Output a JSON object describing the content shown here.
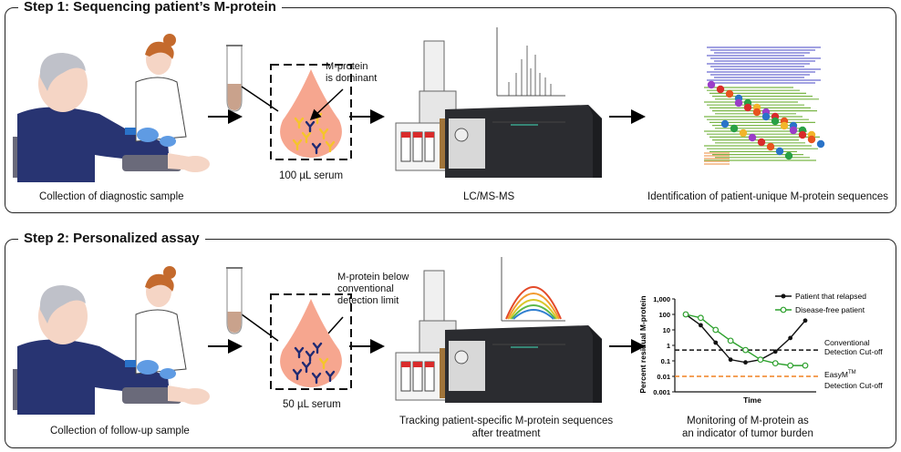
{
  "step1": {
    "title": "Step 1: Sequencing patient’s M-protein",
    "caption_collection": "Collection of diagnostic sample",
    "drop_label_1": "M-protein",
    "drop_label_2": "is dominant",
    "serum": "100 µL serum",
    "instrument": "LC/MS-MS",
    "caption_identification": "Identification of patient-unique M-protein sequences"
  },
  "step2": {
    "title": "Step 2: Personalized assay",
    "caption_collection": "Collection of follow-up sample",
    "drop_label_1": "M-protein below",
    "drop_label_2": "conventional",
    "drop_label_3": "detection limit",
    "serum": "50 µL serum",
    "tracking_1": "Tracking  patient-specific M-protein sequences",
    "tracking_2": "after treatment",
    "monitor_1": "Monitoring of M-protein as",
    "monitor_2": "an indicator of tumor burden"
  },
  "chart_data": {
    "type": "line",
    "xlabel": "Time",
    "ylabel": "Percent residual M-protein",
    "yscale": "log",
    "ylim": [
      0.001,
      1000
    ],
    "yticks": [
      "1,000",
      "100",
      "10",
      "1",
      "0.1",
      "0.01",
      "0.001"
    ],
    "x": [
      0,
      1,
      2,
      3,
      4,
      5,
      6,
      7,
      8
    ],
    "series": [
      {
        "name": "Patient that relapsed",
        "color": "#111111",
        "values": [
          100,
          20,
          1.5,
          0.12,
          0.08,
          0.12,
          0.4,
          3,
          40
        ]
      },
      {
        "name": "Disease-free patient",
        "color": "#2ca02c",
        "values": [
          100,
          60,
          10,
          2,
          0.5,
          0.12,
          0.07,
          0.05,
          0.05
        ]
      }
    ],
    "cutoffs": [
      {
        "label": "Conventional",
        "label2": "Detection Cut-off",
        "value": 0.5,
        "color": "#111111"
      },
      {
        "label": "EasyM",
        "sup": "TM",
        "label2": "Detection Cut-off",
        "value": 0.01,
        "color": "#f08020"
      }
    ]
  }
}
